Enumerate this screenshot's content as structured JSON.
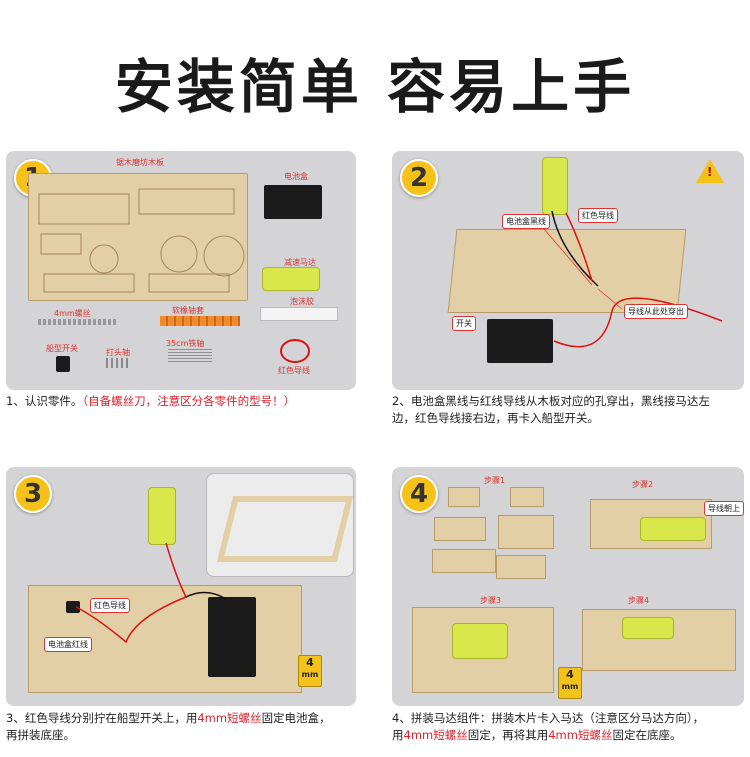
{
  "title": "安装简单 容易上手",
  "steps": [
    {
      "num": "1",
      "labels": {
        "wood_board": "锯木磨坊木板",
        "battery_box": "电池盒",
        "motor": "减速马达",
        "foam": "泡沫胶",
        "screw": "4mm螺丝",
        "axle_sleeve": "软橡轴套",
        "switch": "船型开关",
        "nail": "打头轴",
        "iron_axle": "35cm铁轴",
        "red_wire": "红色导线"
      },
      "caption_prefix": "1、认识零件。",
      "caption_red": "（自备螺丝刀，注意区分各零件的型号！）"
    },
    {
      "num": "2",
      "labels": {
        "black_wire": "电池盒黑线",
        "red_wire": "红色导线",
        "hole": "导线从此处穿出",
        "switch": "开关"
      },
      "caption_line1": "2、电池盒黑线与红线导线从木板对应的孔穿出，黑线接马达左",
      "caption_line2": "边，红色导线接右边，再卡入船型开关。"
    },
    {
      "num": "3",
      "labels": {
        "red_wire": "红色导线",
        "battery_red": "电池盒红线"
      },
      "screw": {
        "top": "4",
        "bottom": "mm"
      },
      "caption_a": "3、红色导线分别拧在船型开关上，用",
      "caption_red": "4mm短螺丝",
      "caption_b": "固定电池盒，",
      "caption_line2": "再拼装底座。"
    },
    {
      "num": "4",
      "labels": {
        "step1": "步骤1",
        "step2": "步骤2",
        "step3": "步骤3",
        "step4": "步骤4",
        "wire_up": "导线朝上"
      },
      "screw": {
        "top": "4",
        "bottom": "mm"
      },
      "caption_line1": "4、拼装马达组件：拼装木片卡入马达（注意区分马达方向），",
      "caption_a": "用",
      "caption_red1": "4mm短螺丝",
      "caption_b": "固定，再将其用",
      "caption_red2": "4mm短螺丝",
      "caption_c": "固定在底座。"
    }
  ]
}
